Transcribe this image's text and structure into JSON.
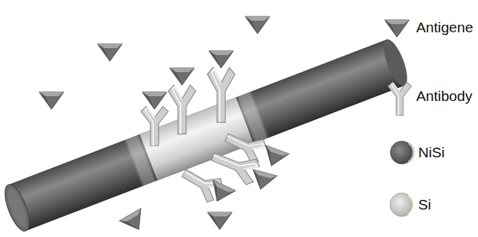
{
  "diagram": {
    "legend": [
      {
        "text": "Antigene"
      },
      {
        "text": "Antibody"
      },
      {
        "text": "NiSi"
      },
      {
        "text": "Si"
      }
    ]
  }
}
